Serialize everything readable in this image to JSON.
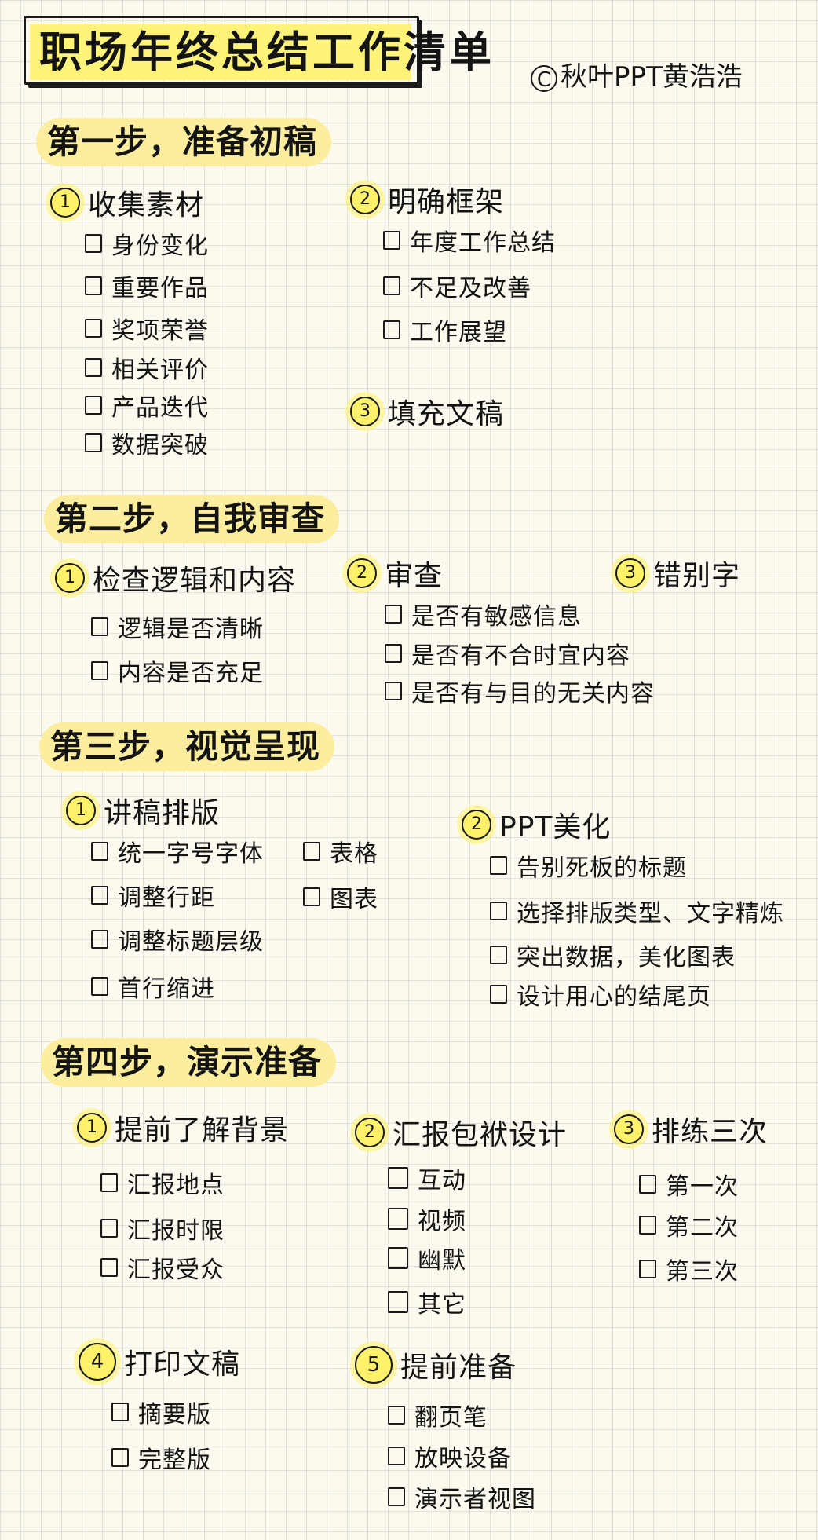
{
  "title": "职场年终总结工作清单",
  "credit": {
    "symbol": "C",
    "text": "秋叶PPT黄浩浩"
  },
  "step1": {
    "label": "第一步，准备初稿",
    "groups": [
      {
        "num": "1",
        "title": "收集素材",
        "items": [
          "身份变化",
          "重要作品",
          "奖项荣誉",
          "相关评价",
          "产品迭代",
          "数据突破"
        ]
      },
      {
        "num": "2",
        "title": "明确框架",
        "items": [
          "年度工作总结",
          "不足及改善",
          "工作展望"
        ]
      },
      {
        "num": "3",
        "title": "填充文稿",
        "items": []
      }
    ]
  },
  "step2": {
    "label": "第二步，自我审查",
    "groups": [
      {
        "num": "1",
        "title": "检查逻辑和内容",
        "items": [
          "逻辑是否清晰",
          "内容是否充足"
        ]
      },
      {
        "num": "2",
        "title": "审查",
        "items": [
          "是否有敏感信息",
          "是否有不合时宜内容",
          "是否有与目的无关内容"
        ]
      },
      {
        "num": "3",
        "title": "错别字",
        "items": []
      }
    ]
  },
  "step3": {
    "label": "第三步，视觉呈现",
    "groups": [
      {
        "num": "1",
        "title": "讲稿排版",
        "items": [
          "统一字号字体",
          "调整行距",
          "调整标题层级",
          "首行缩进",
          "表格",
          "图表"
        ]
      },
      {
        "num": "2",
        "title": "PPT美化",
        "items": [
          "告别死板的标题",
          "选择排版类型、文字精炼",
          "突出数据，美化图表",
          "设计用心的结尾页"
        ]
      }
    ]
  },
  "step4": {
    "label": "第四步，演示准备",
    "groups": [
      {
        "num": "1",
        "title": "提前了解背景",
        "items": [
          "汇报地点",
          "汇报时限",
          "汇报受众"
        ]
      },
      {
        "num": "2",
        "title": "汇报包袱设计",
        "items": [
          "互动",
          "视频",
          "幽默",
          "其它"
        ]
      },
      {
        "num": "3",
        "title": "排练三次",
        "items": [
          "第一次",
          "第二次",
          "第三次"
        ]
      },
      {
        "num": "4",
        "title": "打印文稿",
        "items": [
          "摘要版",
          "完整版"
        ]
      },
      {
        "num": "5",
        "title": "提前准备",
        "items": [
          "翻页笔",
          "放映设备",
          "演示者视图"
        ]
      }
    ]
  }
}
